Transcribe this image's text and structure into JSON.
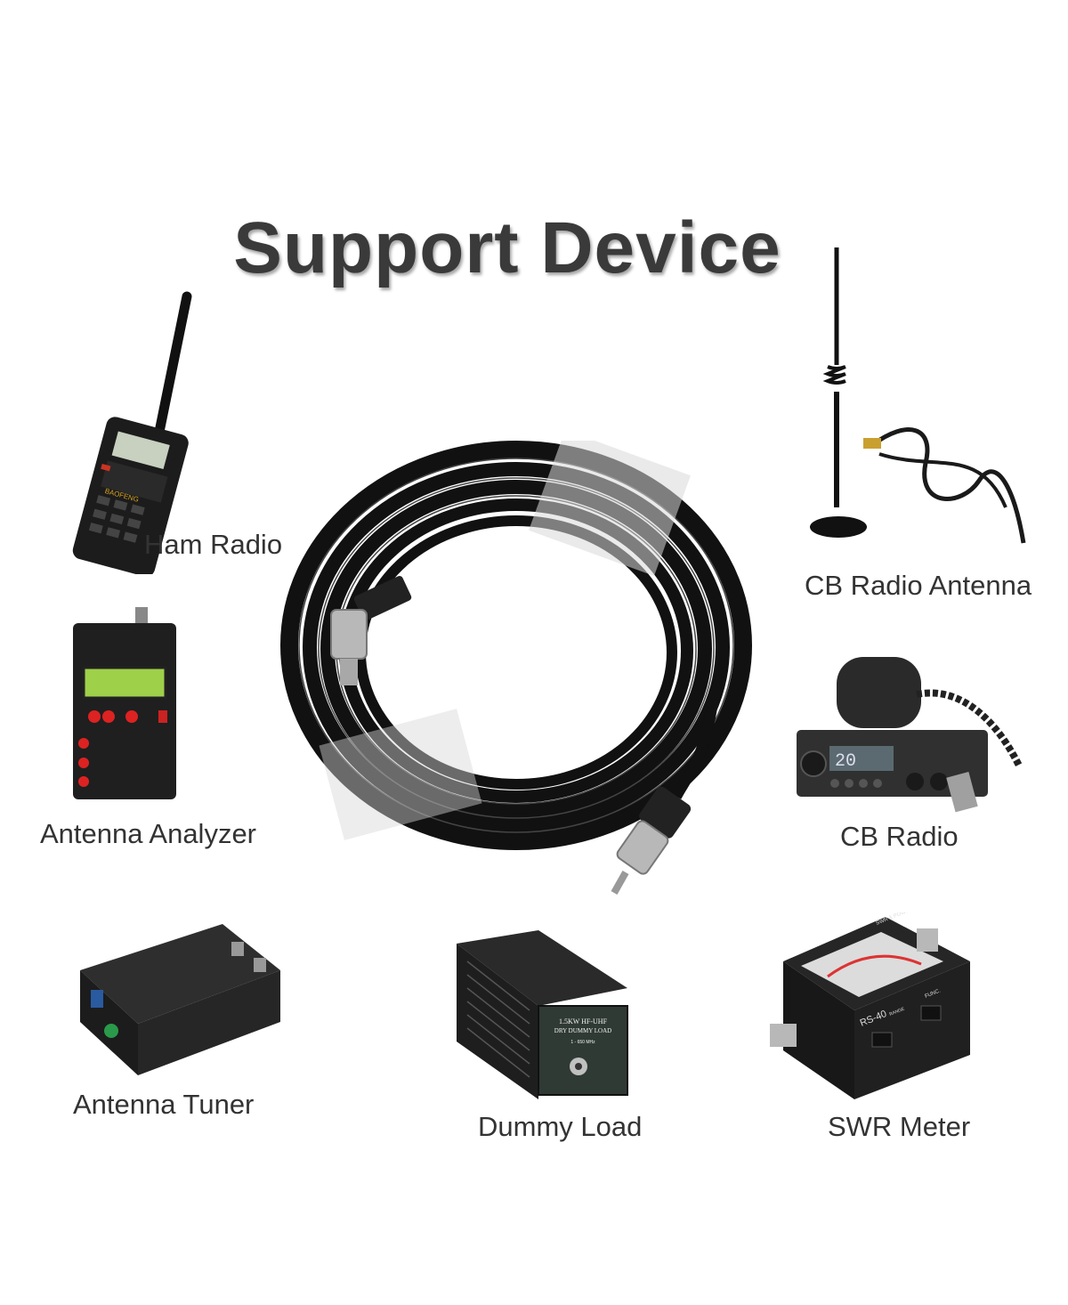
{
  "title": "Support Device",
  "devices": [
    {
      "name": "Ham Radio"
    },
    {
      "name": "CB Radio Antenna"
    },
    {
      "name": "Antenna Analyzer"
    },
    {
      "name": "CB Radio"
    },
    {
      "name": "Antenna Tuner"
    },
    {
      "name": "Dummy Load"
    },
    {
      "name": "SWR Meter"
    }
  ],
  "dummy_load_plate": {
    "line1": "1.5KW HF-UHF",
    "line2": "DRY DUMMY LOAD",
    "line3": "1 - 650 MHz"
  },
  "swr_meter_text": {
    "header": "SWR & POWER METER",
    "model": "RS-40",
    "func": "FUNC.",
    "range": "RANGE"
  },
  "ham_radio_brand": "BAOFENG",
  "cb_display": "20"
}
